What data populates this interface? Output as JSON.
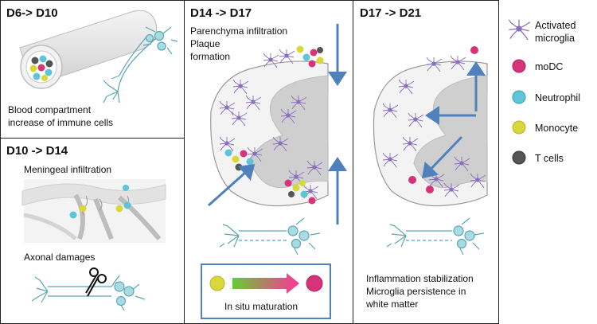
{
  "panels": {
    "p1": {
      "title": "D6-> D10",
      "caption_lines": [
        "Blood compartment",
        "increase of immune cells"
      ]
    },
    "p2": {
      "title": "D10 -> D14",
      "label_top": "Meningeal infiltration",
      "label_bottom": "Axonal damages"
    },
    "p3": {
      "title": "D14 -> D17",
      "caption_lines": [
        "Parenchyma infiltration",
        "Plaque",
        "formation"
      ],
      "box_label": "In situ maturation"
    },
    "p4": {
      "title": "D17 -> D21",
      "caption_lines": [
        "Inflammation stabilization",
        "Microglia persistence in",
        "white matter"
      ]
    }
  },
  "legend": [
    {
      "label_lines": [
        "Activated",
        "microglia"
      ],
      "icon": "microglia-icon",
      "color": "#8a6fbf"
    },
    {
      "label_lines": [
        "moDC"
      ],
      "icon": "modc-icon",
      "color": "#d6337a"
    },
    {
      "label_lines": [
        "Neutrophil"
      ],
      "icon": "neutrophil-icon",
      "color": "#5ec5d8"
    },
    {
      "label_lines": [
        "Monocyte"
      ],
      "icon": "monocyte-icon",
      "color": "#d8d83a"
    },
    {
      "label_lines": [
        "T cells"
      ],
      "icon": "tcell-icon",
      "color": "#555555"
    }
  ],
  "colors": {
    "arrow": "#4f81bd",
    "box_border": "#4f81bd",
    "neuron": "#5aa7b5",
    "grey_matter": "#cfcfcf",
    "white_matter": "#ececec",
    "gradient_start": "#66cc33",
    "gradient_end": "#ff3399"
  }
}
